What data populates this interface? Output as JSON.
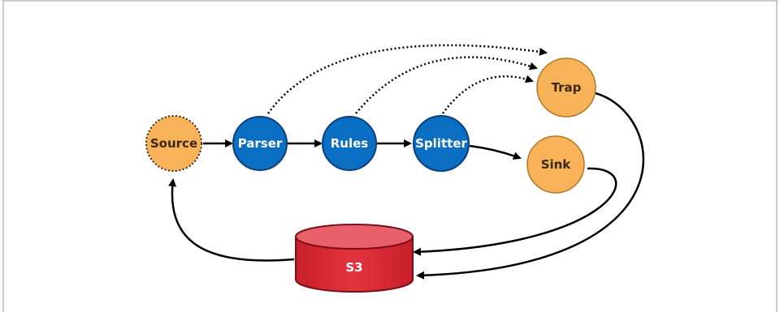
{
  "diagram": {
    "nodes": {
      "source": "Source",
      "parser": "Parser",
      "rules": "Rules",
      "splitter": "Splitter",
      "trap": "Trap",
      "sink": "Sink",
      "s3": "S3"
    },
    "colors": {
      "blue_node": "#0a6fc2",
      "blue_stroke": "#0a3f7a",
      "orange_node": "#f7b25a",
      "orange_stroke": "#b07a25",
      "red_db": "#e2343f",
      "red_db_top": "#e8616a",
      "red_stroke": "#7a0f16",
      "arrow": "#000000",
      "frame": "#9a9a9a"
    }
  }
}
